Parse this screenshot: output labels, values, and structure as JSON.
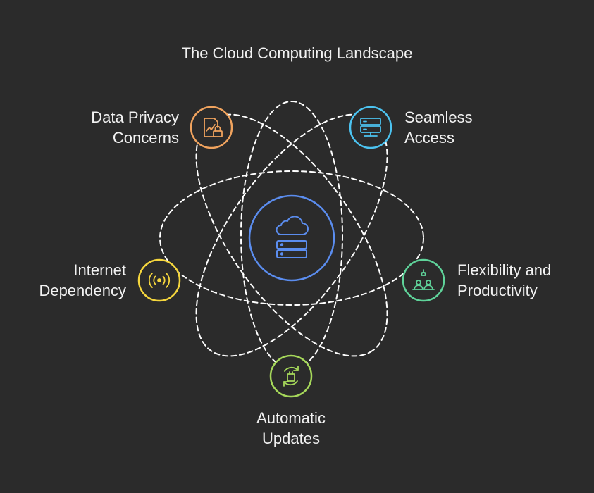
{
  "title": "The Cloud Computing Landscape",
  "center": {
    "icon": "cloud-server-icon",
    "color": "#5b8def"
  },
  "nodes": [
    {
      "id": "data-privacy",
      "lines": [
        "Data Privacy",
        "Concerns"
      ],
      "icon": "document-lock-icon",
      "color": "#f0a35e"
    },
    {
      "id": "seamless-access",
      "lines": [
        "Seamless",
        "Access"
      ],
      "icon": "server-icon",
      "color": "#4cc3f0"
    },
    {
      "id": "internet-dependency",
      "lines": [
        "Internet",
        "Dependency"
      ],
      "icon": "wireless-signal-icon",
      "color": "#f5d63d"
    },
    {
      "id": "flexibility-productivity",
      "lines": [
        "Flexibility and",
        "Productivity"
      ],
      "icon": "team-collaboration-icon",
      "color": "#5fd39a"
    },
    {
      "id": "automatic-updates",
      "lines": [
        "Automatic",
        "Updates"
      ],
      "icon": "refresh-update-icon",
      "color": "#a6d85a"
    }
  ],
  "colors": {
    "background": "#2b2b2b",
    "orbit": "#ffffff"
  }
}
